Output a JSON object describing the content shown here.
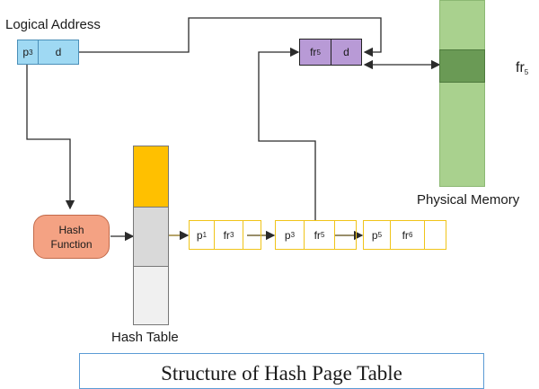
{
  "logical_address": {
    "title": "Logical Address",
    "page": {
      "base": "p",
      "sub": "3"
    },
    "offset": "d"
  },
  "physical_address": {
    "frame": {
      "base": "fr",
      "sub": "5"
    },
    "offset": "d"
  },
  "physical_memory": {
    "label": "Physical Memory",
    "frame_label": {
      "base": "fr",
      "sub": "5"
    }
  },
  "hash_function": {
    "line1": "Hash",
    "line2": "Function"
  },
  "hash_table": {
    "label": "Hash Table"
  },
  "chain": [
    {
      "page": {
        "base": "p",
        "sub": "1"
      },
      "frame": {
        "base": "fr",
        "sub": "3"
      }
    },
    {
      "page": {
        "base": "p",
        "sub": "3"
      },
      "frame": {
        "base": "fr",
        "sub": "5"
      }
    },
    {
      "page": {
        "base": "p",
        "sub": "5"
      },
      "frame": {
        "base": "fr",
        "sub": "6"
      }
    }
  ],
  "caption": "Structure of Hash Page Table",
  "colors": {
    "logical_fill": "#9fd9f3",
    "physical_fill": "#b89ad6",
    "memory_fill": "#a9d18e",
    "memory_frame": "#6a9a55",
    "hash_fill": "#f4a283",
    "hash_slot_top": "#ffc000",
    "chain_border": "#f0c419"
  }
}
